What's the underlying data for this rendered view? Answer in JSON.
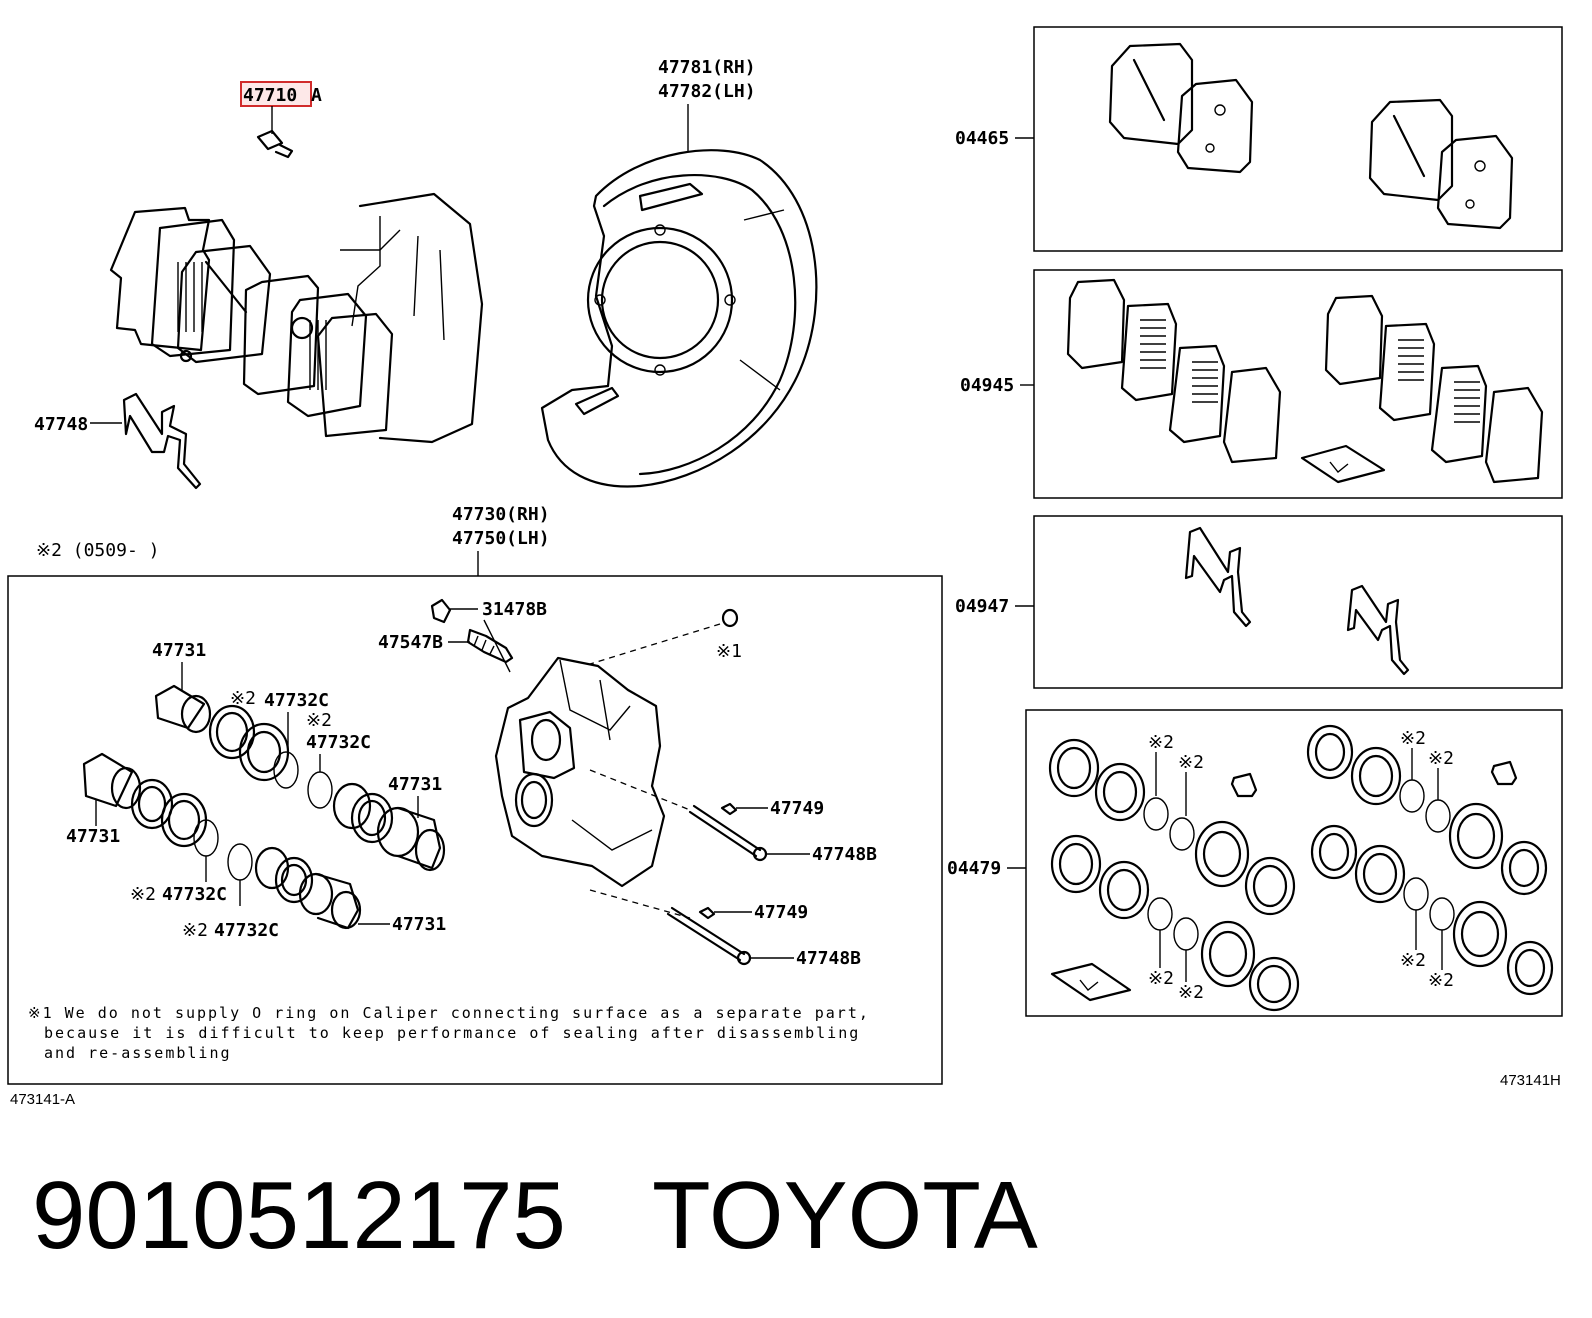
{
  "title": {
    "part_number": "9010512175",
    "brand": "TOYOTA"
  },
  "labels": {
    "bolt_highlight": "47710",
    "bolt_suffix": "A",
    "clip": "47748",
    "shield_rh": "47781(RH)",
    "shield_lh": "47782(LH)",
    "caliper_rh": "47730(RH)",
    "caliper_lh": "47750(LH)",
    "date_range": "※2 (0509-     )",
    "plug": "31478B",
    "bleeder": "47547B",
    "mark1": "※1",
    "mark2": "※2",
    "pin_clip": "47749",
    "pad_pin": "47748B",
    "piston": "47731",
    "seal": "47732C",
    "kit_pads": "04465",
    "kit_pads2": "04945",
    "kit_springs": "04947",
    "kit_seals": "04479",
    "fig_ref_left": "473141-A",
    "fig_ref_right": "473141H"
  },
  "footnote": {
    "line1": "※1 We do not supply O ring on Caliper connecting surface as a separate part,",
    "line2": "because it is difficult to keep performance of sealing after disassembling",
    "line3": "and re-assembling"
  },
  "colors": {
    "highlight_border": "#d12b2b",
    "highlight_fill": "#fde8e8",
    "ink": "#000000"
  }
}
